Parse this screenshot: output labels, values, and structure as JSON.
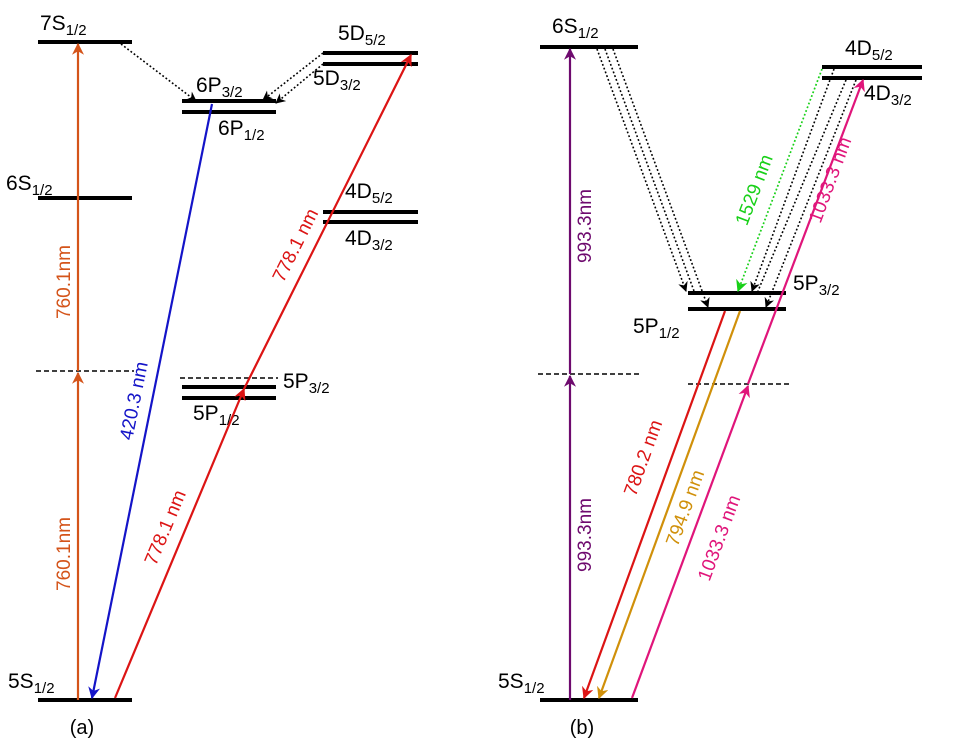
{
  "colors": {
    "orange": "#d4541a",
    "blue": "#1414c8",
    "red": "#dc1414",
    "purple": "#6e0a6e",
    "gold": "#d0900a",
    "magenta": "#e0157a",
    "green": "#18d018",
    "black": "#000000"
  },
  "panel_a": {
    "caption": "(a)",
    "levels": {
      "s7": {
        "base": "7S",
        "sub": "1/2"
      },
      "s6": {
        "base": "6S",
        "sub": "1/2"
      },
      "s5": {
        "base": "5S",
        "sub": "1/2"
      },
      "p6_32": {
        "base": "6P",
        "sub": "3/2"
      },
      "p6_12": {
        "base": "6P",
        "sub": "1/2"
      },
      "d5_52": {
        "base": "5D",
        "sub": "5/2"
      },
      "d5_32": {
        "base": "5D",
        "sub": "3/2"
      },
      "d4_52": {
        "base": "4D",
        "sub": "5/2"
      },
      "d4_32": {
        "base": "4D",
        "sub": "3/2"
      },
      "p5_32": {
        "base": "5P",
        "sub": "3/2"
      },
      "p5_12": {
        "base": "5P",
        "sub": "1/2"
      }
    },
    "wavelengths": {
      "w760_upper": "760.1nm",
      "w760_lower": "760.1nm",
      "w420": "420.3 nm",
      "w778_upper": "778.1 nm",
      "w778_lower": "778.1 nm"
    }
  },
  "panel_b": {
    "caption": "(b)",
    "levels": {
      "s6": {
        "base": "6S",
        "sub": "1/2"
      },
      "s5": {
        "base": "5S",
        "sub": "1/2"
      },
      "d4_52": {
        "base": "4D",
        "sub": "5/2"
      },
      "d4_32": {
        "base": "4D",
        "sub": "3/2"
      },
      "p5_32": {
        "base": "5P",
        "sub": "3/2"
      },
      "p5_12": {
        "base": "5P",
        "sub": "1/2"
      }
    },
    "wavelengths": {
      "w993_upper": "993.3nm",
      "w993_lower": "993.3nm",
      "w1529": "1529 nm",
      "w1033_upper": "1033.3 nm",
      "w1033_lower": "1033.3 nm",
      "w780": "780.2 nm",
      "w795": "794.9 nm"
    }
  }
}
